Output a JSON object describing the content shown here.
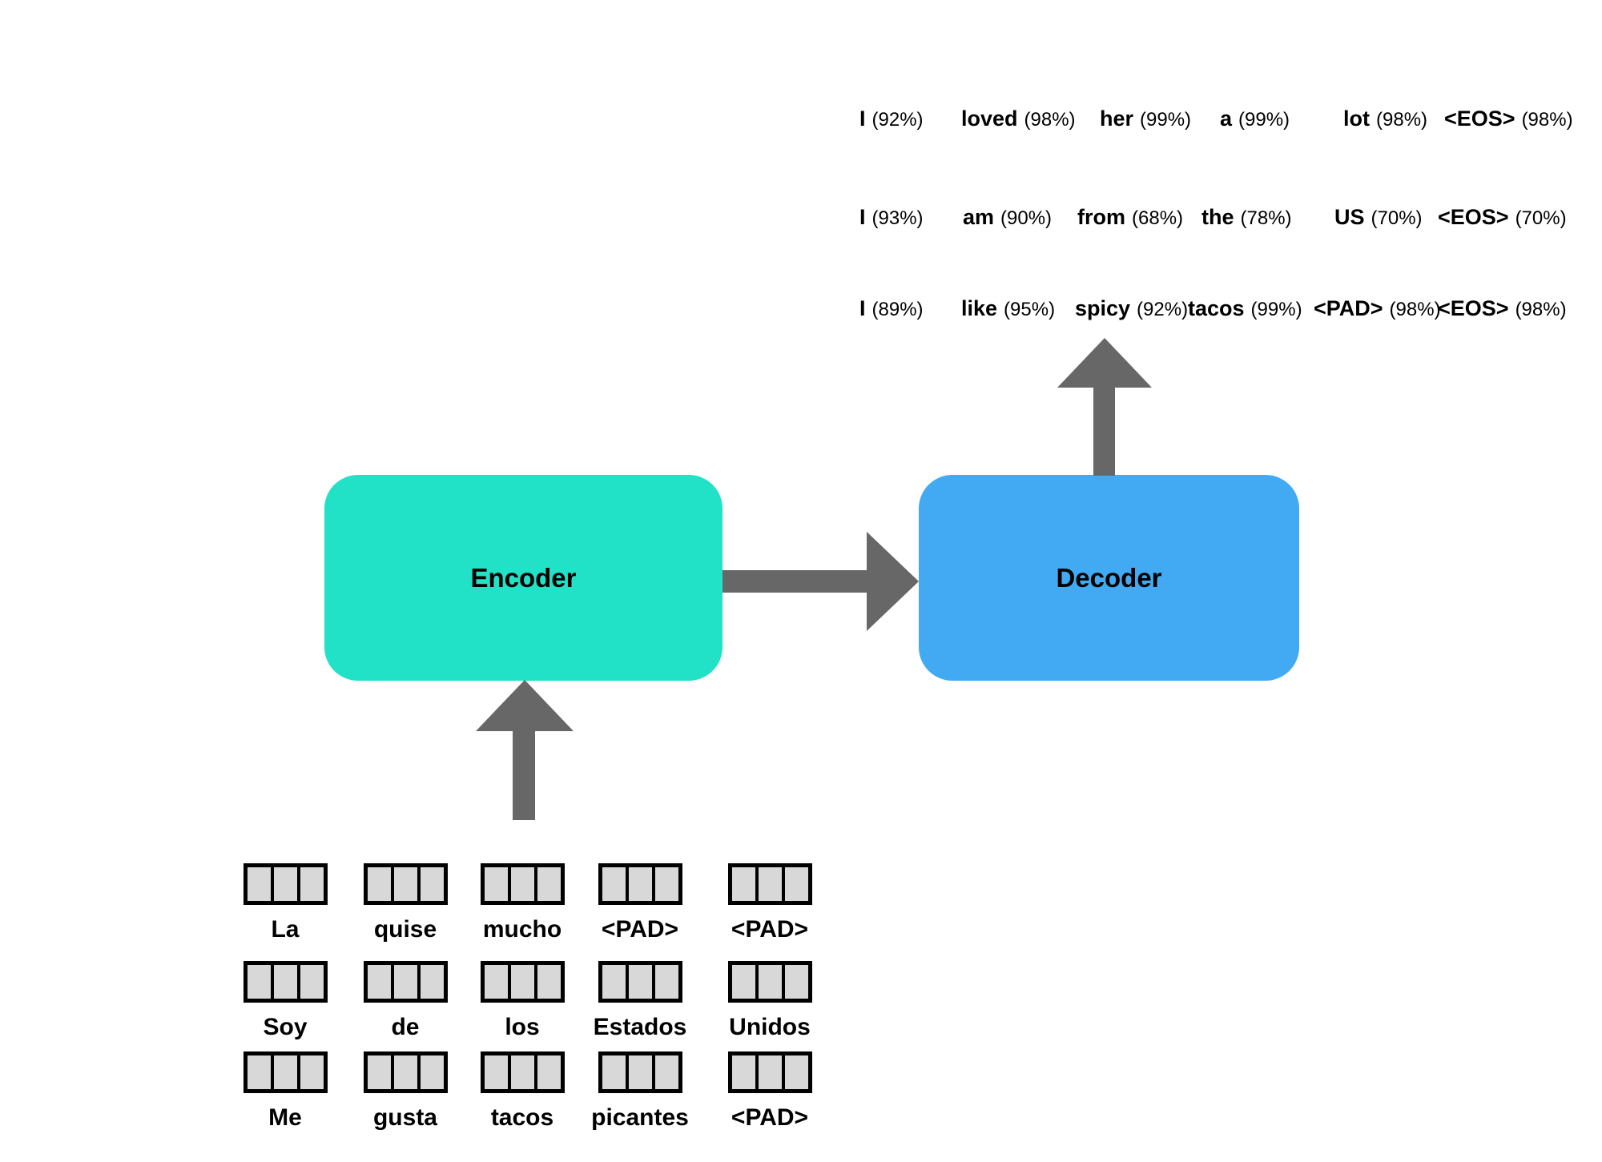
{
  "encoder": {
    "label": "Encoder"
  },
  "decoder": {
    "label": "Decoder"
  },
  "colors": {
    "encoder_box": "#21e2c7",
    "decoder_box": "#41aaf2",
    "arrow": "#676767",
    "embedding_cell": "#d8d8d8"
  },
  "outputs": {
    "rows": [
      {
        "tokens": [
          {
            "word": "I",
            "pct": "(92%)"
          },
          {
            "word": "loved",
            "pct": "(98%)"
          },
          {
            "word": "her",
            "pct": "(99%)"
          },
          {
            "word": "a",
            "pct": "(99%)"
          },
          {
            "word": "lot",
            "pct": "(98%)"
          },
          {
            "word": "<EOS>",
            "pct": "(98%)"
          }
        ]
      },
      {
        "tokens": [
          {
            "word": "I",
            "pct": "(93%)"
          },
          {
            "word": "am",
            "pct": "(90%)"
          },
          {
            "word": "from",
            "pct": "(68%)"
          },
          {
            "word": "the",
            "pct": "(78%)"
          },
          {
            "word": "US",
            "pct": "(70%)"
          },
          {
            "word": "<EOS>",
            "pct": "(70%)"
          }
        ]
      },
      {
        "tokens": [
          {
            "word": "I",
            "pct": "(89%)"
          },
          {
            "word": "like",
            "pct": "(95%)"
          },
          {
            "word": "spicy",
            "pct": "(92%)"
          },
          {
            "word": "tacos",
            "pct": "(99%)"
          },
          {
            "word": "<PAD>",
            "pct": "(98%)"
          },
          {
            "word": "<EOS>",
            "pct": "(98%)"
          }
        ]
      }
    ]
  },
  "inputs": {
    "cells_per_token": 3,
    "rows": [
      {
        "tokens": [
          "La",
          "quise",
          "mucho",
          "<PAD>",
          "<PAD>"
        ]
      },
      {
        "tokens": [
          "Soy",
          "de",
          "los",
          "Estados",
          "Unidos"
        ]
      },
      {
        "tokens": [
          "Me",
          "gusta",
          "tacos",
          "picantes",
          "<PAD>"
        ]
      }
    ]
  }
}
